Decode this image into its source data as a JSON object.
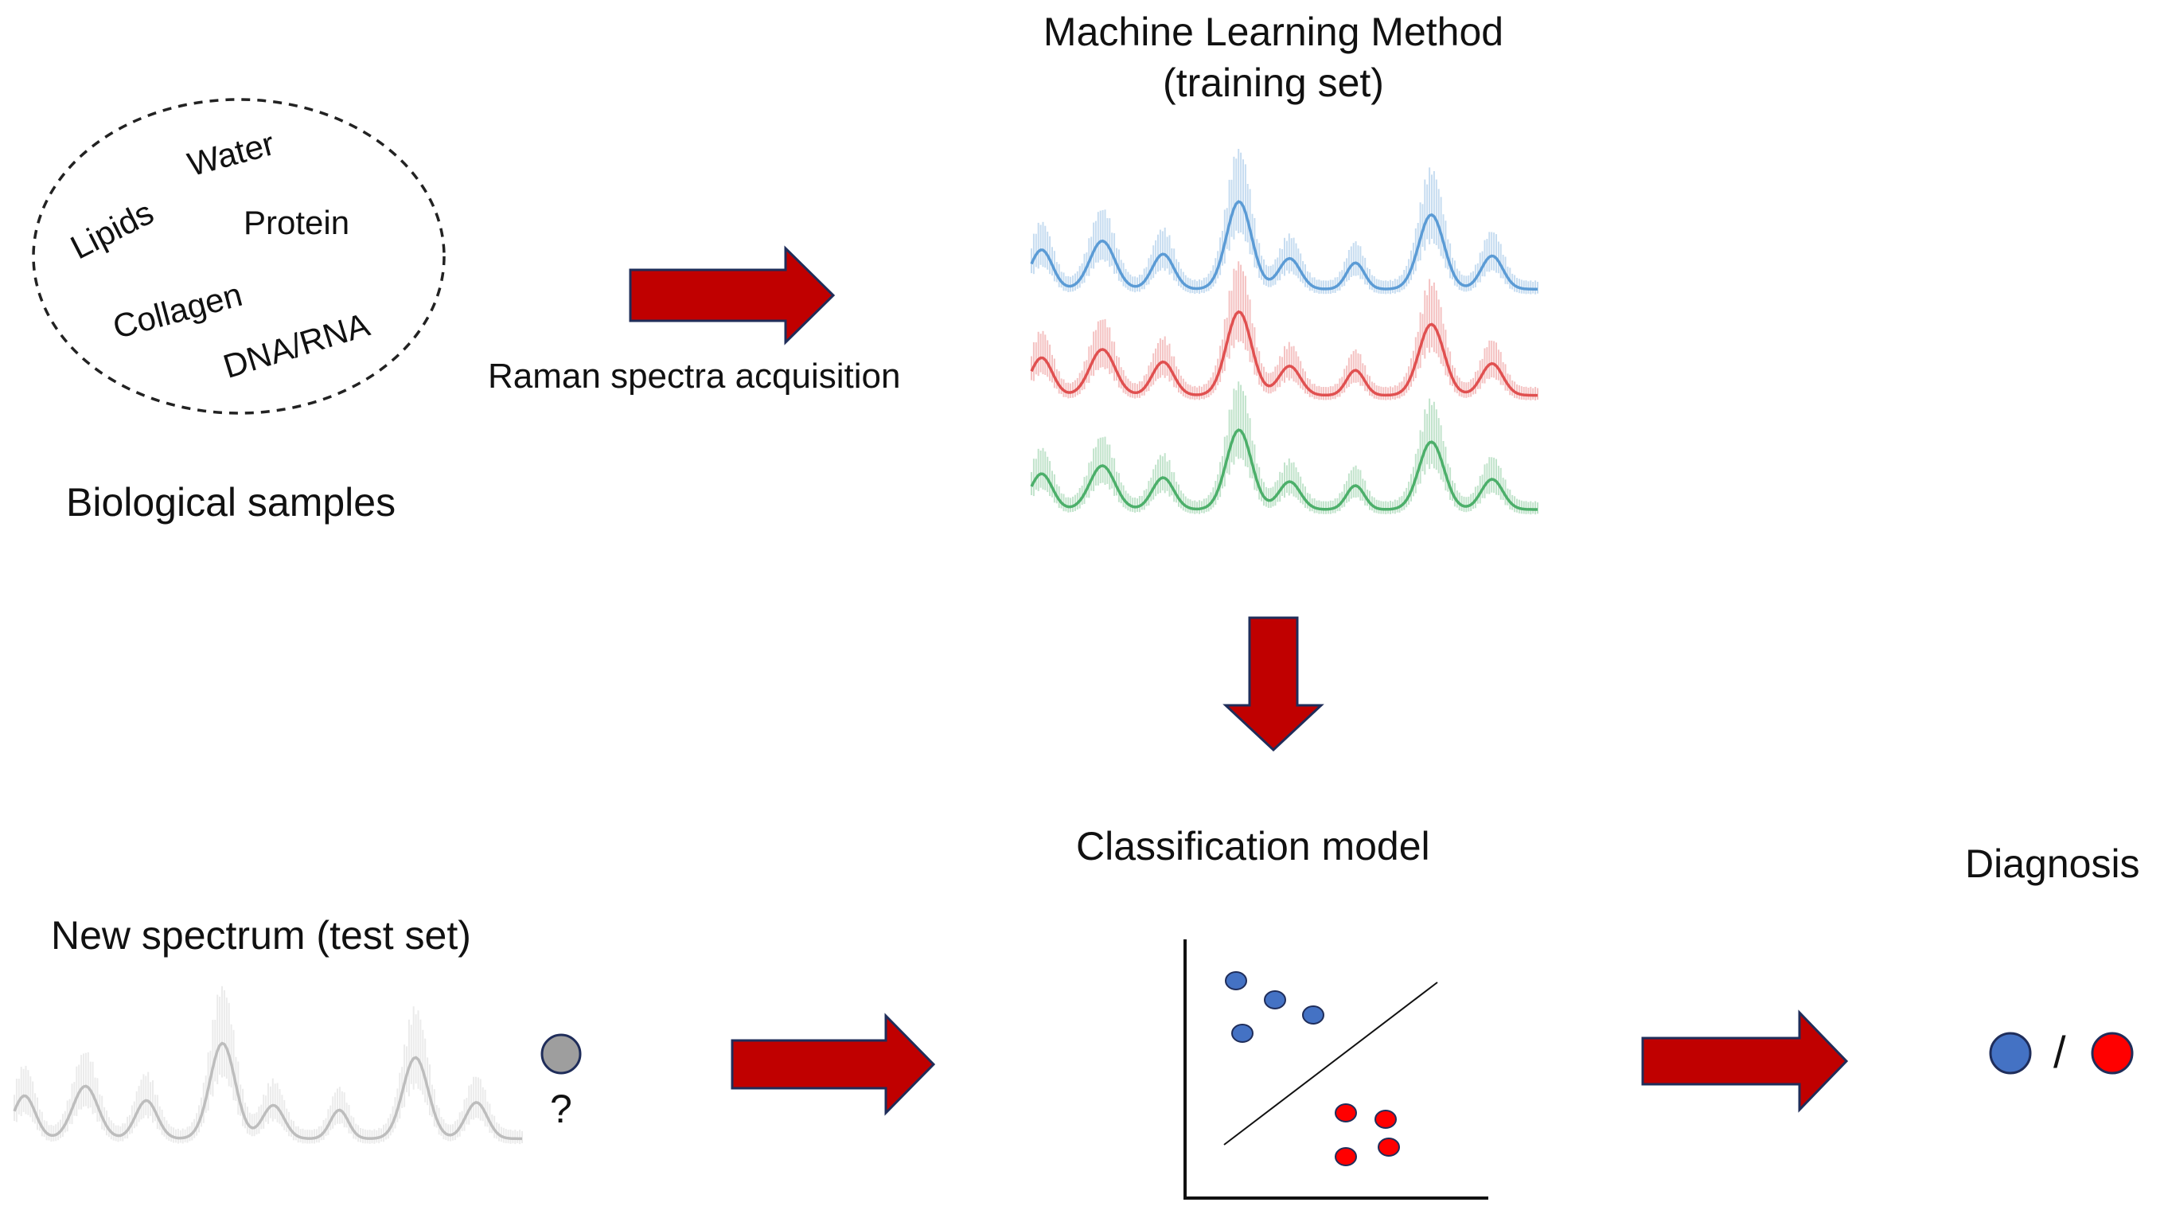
{
  "samples": {
    "words": [
      "Water",
      "Lipids",
      "Protein",
      "Collagen",
      "DNA/RNA"
    ],
    "caption": "Biological samples"
  },
  "acquisition": {
    "label": "Raman spectra acquisition"
  },
  "ml": {
    "title_line1": "Machine Learning Method",
    "title_line2": "(training set)"
  },
  "classification": {
    "title": "Classification model"
  },
  "test": {
    "title": "New spectrum (test set)",
    "unknown_mark": "?"
  },
  "diagnosis": {
    "title": "Diagnosis",
    "separator": "/"
  },
  "colors": {
    "arrow_fill": "#c00000",
    "arrow_stroke": "#1f2d5a",
    "class_blue": "#4472c4",
    "class_red": "#ff0000",
    "unknown_gray": "#9e9e9e",
    "spectrum_blue": "#5b9bd5",
    "spectrum_red": "#e05050",
    "spectrum_green": "#4caf6a",
    "spectrum_gray": "#bdbdbd"
  }
}
